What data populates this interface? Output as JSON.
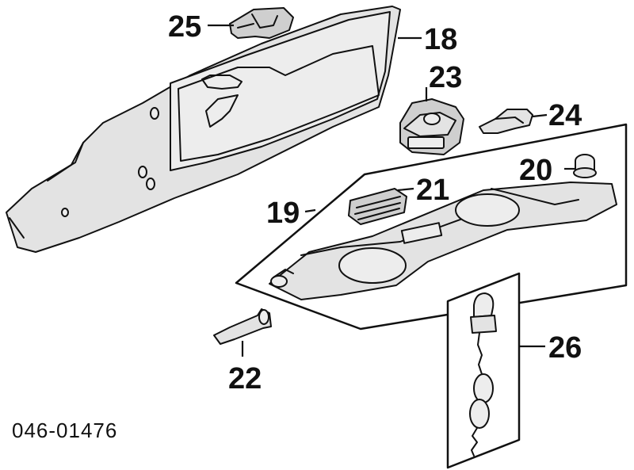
{
  "diagram": {
    "part_number": "046-01476",
    "callouts": {
      "c18": "18",
      "c19": "19",
      "c20": "20",
      "c21": "21",
      "c22": "22",
      "c23": "23",
      "c24": "24",
      "c25": "25",
      "c26": "26"
    }
  }
}
